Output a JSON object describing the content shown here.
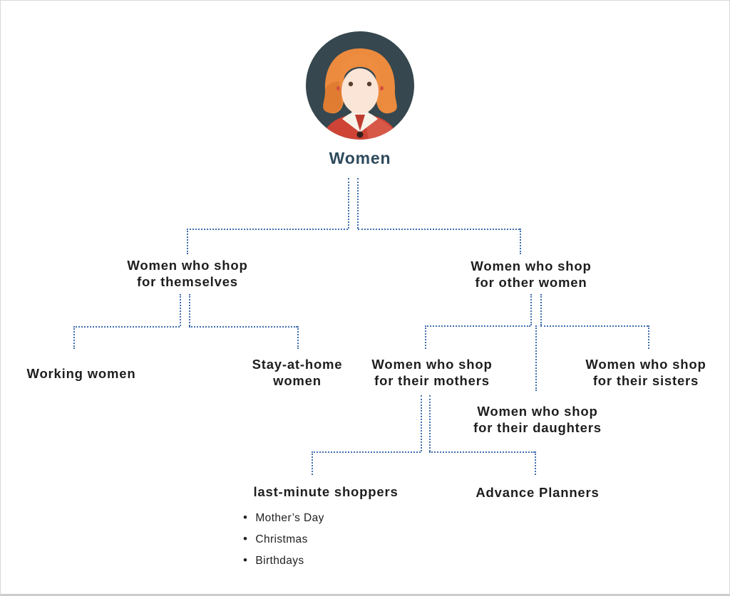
{
  "diagram": {
    "root": {
      "label": "Women"
    },
    "nodes": {
      "themselves": {
        "line1": "Women who shop",
        "line2": "for themselves"
      },
      "other_women": {
        "line1": "Women who shop",
        "line2": "for other women"
      },
      "working": {
        "line1": "Working women"
      },
      "stay_home": {
        "line1": "Stay-at-home",
        "line2": "women"
      },
      "mothers": {
        "line1": "Women who shop",
        "line2": "for their mothers"
      },
      "sisters": {
        "line1": "Women who shop",
        "line2": "for their sisters"
      },
      "daughters": {
        "line1": "Women who shop",
        "line2": "for their daughters"
      },
      "last_minute": {
        "line1": "last-minute shoppers"
      },
      "advance": {
        "line1": "Advance Planners"
      }
    },
    "occasions": [
      "Mother’s Day",
      "Christmas",
      "Birthdays"
    ],
    "colors": {
      "connector": "#3f6eae",
      "node_text": "#1e1e1e",
      "root_text": "#2e4a5c",
      "avatar_bg": "#36474f",
      "avatar_hair": "#ec8a3e",
      "avatar_face": "#fbe5d7",
      "avatar_sweater": "#ce4335",
      "avatar_collar": "#f7f2ea"
    }
  }
}
